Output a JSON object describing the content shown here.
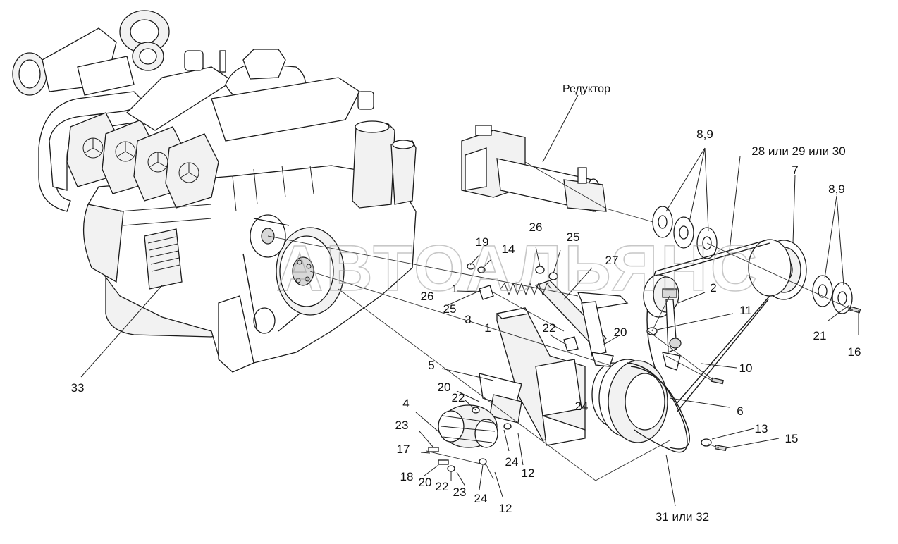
{
  "diagram": {
    "watermark": "АВТОАЛЬЯНС",
    "reducer_label": "Редуктор",
    "callouts": [
      {
        "id": "c33",
        "text": "33"
      },
      {
        "id": "c89a",
        "text": "8,9"
      },
      {
        "id": "c28",
        "text": "28 или 29 или 30"
      },
      {
        "id": "c7",
        "text": "7"
      },
      {
        "id": "c89b",
        "text": "8,9"
      },
      {
        "id": "c26a",
        "text": "26"
      },
      {
        "id": "c25a",
        "text": "25"
      },
      {
        "id": "c19",
        "text": "19"
      },
      {
        "id": "c14",
        "text": "14"
      },
      {
        "id": "c27",
        "text": "27"
      },
      {
        "id": "c2",
        "text": "2"
      },
      {
        "id": "c26b",
        "text": "26"
      },
      {
        "id": "c1a",
        "text": "1"
      },
      {
        "id": "c25b",
        "text": "25"
      },
      {
        "id": "c3",
        "text": "3"
      },
      {
        "id": "c11",
        "text": "11"
      },
      {
        "id": "c21",
        "text": "21"
      },
      {
        "id": "c16",
        "text": "16"
      },
      {
        "id": "c1b",
        "text": "1"
      },
      {
        "id": "c22a",
        "text": "22"
      },
      {
        "id": "c20a",
        "text": "20"
      },
      {
        "id": "c10",
        "text": "10"
      },
      {
        "id": "c5",
        "text": "5"
      },
      {
        "id": "c20b",
        "text": "20"
      },
      {
        "id": "c22b",
        "text": "22"
      },
      {
        "id": "c24a",
        "text": "24"
      },
      {
        "id": "c6",
        "text": "6"
      },
      {
        "id": "c4",
        "text": "4"
      },
      {
        "id": "c13",
        "text": "13"
      },
      {
        "id": "c23a",
        "text": "23"
      },
      {
        "id": "c15",
        "text": "15"
      },
      {
        "id": "c17",
        "text": "17"
      },
      {
        "id": "c24b",
        "text": "24"
      },
      {
        "id": "c12a",
        "text": "12"
      },
      {
        "id": "c18",
        "text": "18"
      },
      {
        "id": "c20c",
        "text": "20"
      },
      {
        "id": "c22c",
        "text": "22"
      },
      {
        "id": "c23b",
        "text": "23"
      },
      {
        "id": "c24c",
        "text": "24"
      },
      {
        "id": "c12b",
        "text": "12"
      },
      {
        "id": "c3132",
        "text": "31 или 32"
      }
    ]
  }
}
